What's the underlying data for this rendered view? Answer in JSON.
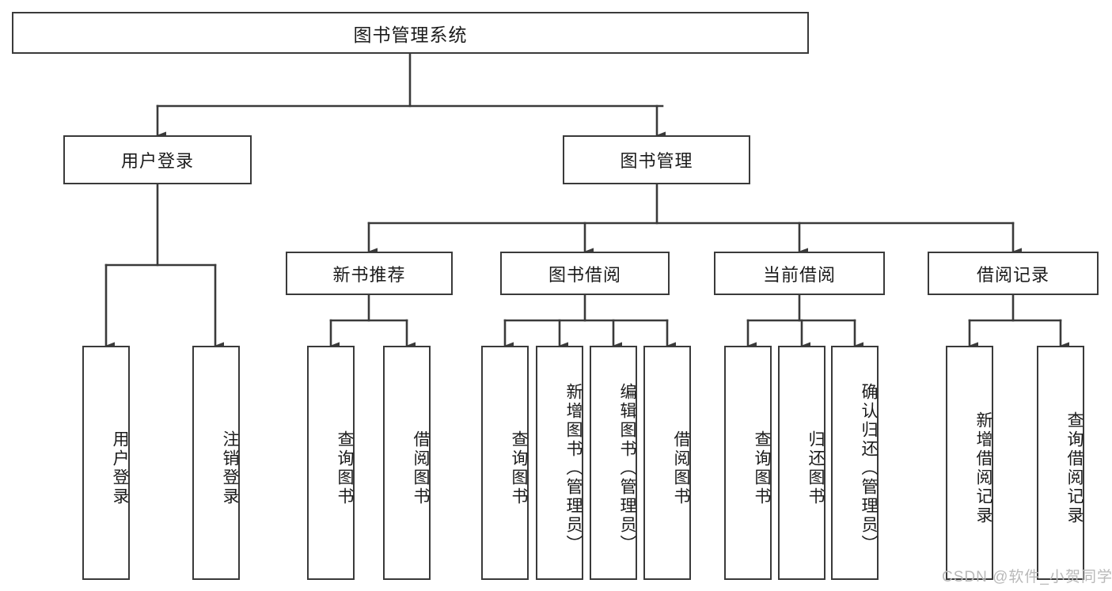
{
  "diagram": {
    "title": "图书管理系统",
    "type": "tree-hierarchy-diagram",
    "watermark": "CSDN @软件_小贺同学",
    "colors": {
      "box_border": "#3a3a3a",
      "box_fill": "#ffffff",
      "connector": "#3a3a3a",
      "text": "#1b1b1b",
      "watermark": "#b9b9b9",
      "background": "#ffffff"
    },
    "levels": {
      "root": {
        "label": "图书管理系统"
      },
      "level2": [
        {
          "id": "user-login",
          "label": "用户登录"
        },
        {
          "id": "book-management",
          "label": "图书管理"
        }
      ],
      "level3": [
        {
          "id": "new-book-recommend",
          "label": "新书推荐",
          "parent": "book-management"
        },
        {
          "id": "book-borrow",
          "label": "图书借阅",
          "parent": "book-management"
        },
        {
          "id": "current-borrow",
          "label": "当前借阅",
          "parent": "book-management"
        },
        {
          "id": "borrow-record",
          "label": "借阅记录",
          "parent": "book-management"
        }
      ],
      "leaves": [
        {
          "id": "leaf-user-login",
          "label": "用户登录",
          "parent": "user-login"
        },
        {
          "id": "leaf-logout-login",
          "label": "注销登录",
          "parent": "user-login"
        },
        {
          "id": "leaf-query-book-1",
          "label": "查询图书",
          "parent": "new-book-recommend"
        },
        {
          "id": "leaf-borrow-book-1",
          "label": "借阅图书",
          "parent": "new-book-recommend"
        },
        {
          "id": "leaf-query-book-2",
          "label": "查询图书",
          "parent": "book-borrow"
        },
        {
          "id": "leaf-add-book",
          "label": "新增图书（管理员）",
          "parent": "book-borrow"
        },
        {
          "id": "leaf-edit-book",
          "label": "编辑图书（管理员）",
          "parent": "book-borrow"
        },
        {
          "id": "leaf-borrow-book-2",
          "label": "借阅图书",
          "parent": "book-borrow"
        },
        {
          "id": "leaf-query-book-3",
          "label": "查询图书",
          "parent": "current-borrow"
        },
        {
          "id": "leaf-return-book",
          "label": "归还图书",
          "parent": "current-borrow"
        },
        {
          "id": "leaf-confirm-return",
          "label": "确认归还（管理员）",
          "parent": "current-borrow"
        },
        {
          "id": "leaf-add-record",
          "label": "新增借阅记录",
          "parent": "borrow-record"
        },
        {
          "id": "leaf-query-record",
          "label": "查询借阅记录",
          "parent": "borrow-record"
        }
      ]
    }
  }
}
